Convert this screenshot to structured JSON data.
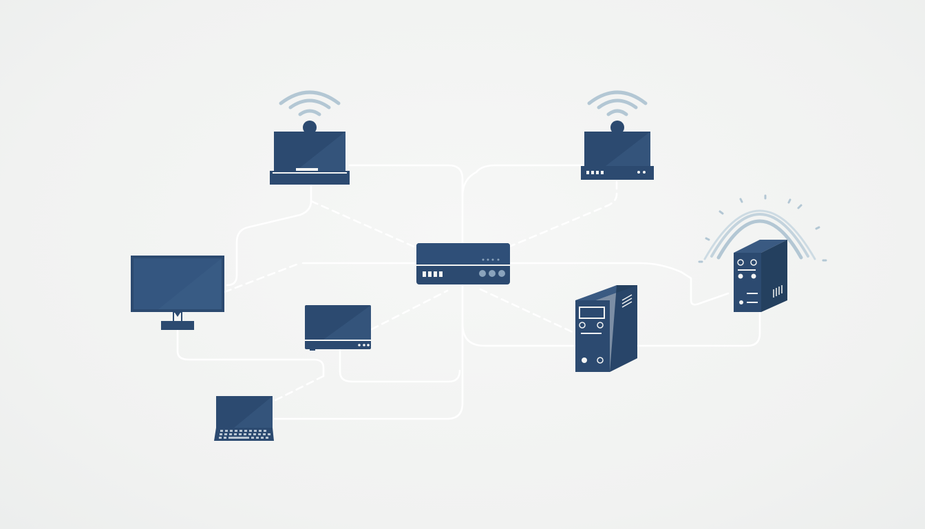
{
  "diagram": {
    "type": "network-topology",
    "colors": {
      "background": "#f1f2f1",
      "device_fill": "#2c4a70",
      "device_dark": "#1f3552",
      "screen_highlight": "#3f6189",
      "link": "#ffffff",
      "wifi_signal": "#b3c7d4"
    },
    "nodes": [
      {
        "id": "central-router",
        "icon": "router-icon"
      },
      {
        "id": "wireless-laptop",
        "icon": "laptop-icon",
        "wireless": true
      },
      {
        "id": "wireless-access-point",
        "icon": "access-point-icon",
        "wireless": true
      },
      {
        "id": "desktop-monitor",
        "icon": "monitor-icon"
      },
      {
        "id": "small-display-device",
        "icon": "display-device-icon"
      },
      {
        "id": "small-laptop",
        "icon": "laptop-icon"
      },
      {
        "id": "tower-server",
        "icon": "server-tower-icon"
      },
      {
        "id": "wireless-server",
        "icon": "server-tower-icon",
        "wireless": true
      }
    ],
    "links": [
      {
        "from": "wireless-laptop",
        "to": "central-router",
        "style": "dashed"
      },
      {
        "from": "wireless-access-point",
        "to": "central-router",
        "style": "dashed"
      },
      {
        "from": "desktop-monitor",
        "to": "central-router",
        "style": "dashed"
      },
      {
        "from": "small-display-device",
        "to": "central-router",
        "style": "dashed"
      },
      {
        "from": "central-router",
        "to": "tower-server",
        "style": "dashed"
      },
      {
        "from": "desktop-monitor",
        "to": "small-laptop",
        "style": "dashed"
      },
      {
        "from": "wireless-laptop",
        "to": "wireless-access-point",
        "style": "solid"
      },
      {
        "from": "central-router",
        "to": "wireless-server",
        "style": "solid"
      },
      {
        "from": "tower-server",
        "to": "wireless-server",
        "style": "solid"
      },
      {
        "from": "small-laptop",
        "to": "central-router",
        "style": "solid"
      },
      {
        "from": "small-display-device",
        "to": "central-router",
        "style": "solid"
      },
      {
        "from": "wireless-laptop",
        "to": "desktop-monitor",
        "style": "solid"
      }
    ]
  }
}
